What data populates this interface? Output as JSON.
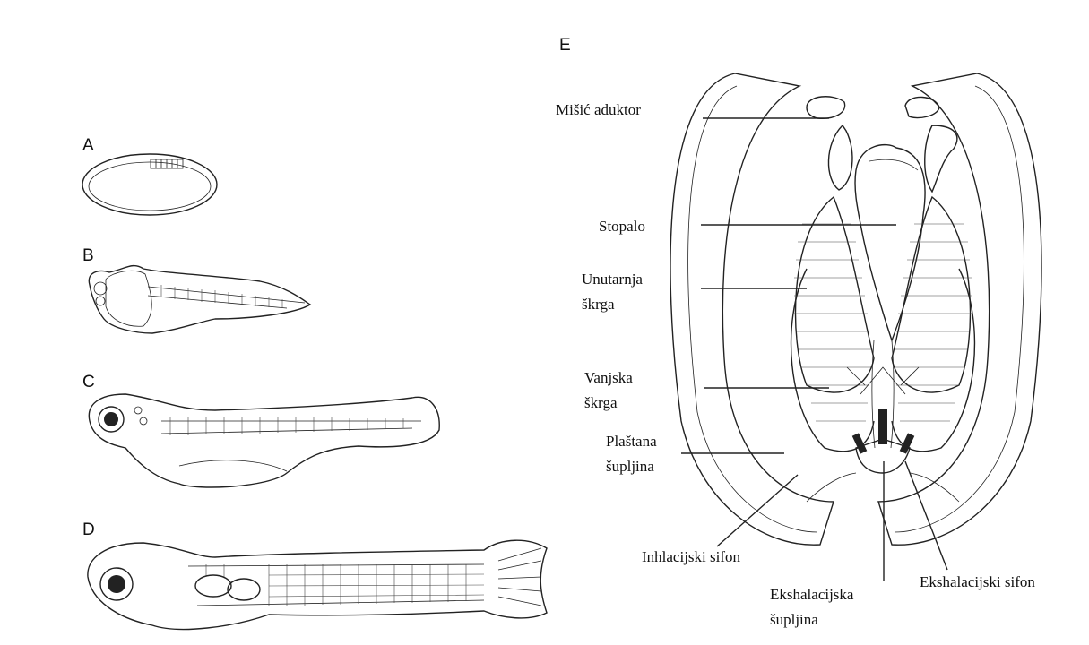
{
  "panels": {
    "a": "A",
    "b": "B",
    "c": "C",
    "d": "D",
    "e": "E"
  },
  "labels": {
    "adductor": "Mišić aduktor",
    "foot": "Stopalo",
    "inner_gill_1": "Unutarnja",
    "inner_gill_2": "škrga",
    "outer_gill_1": "Vanjska",
    "outer_gill_2": "škrga",
    "mantle_1": "Plaštana",
    "mantle_2": "šupljina",
    "inhalant": "Inhlacijski sifon",
    "exhalant_cavity_1": "Ekshalacijska",
    "exhalant_cavity_2": "šupljina",
    "exhalant_siphon": "Ekshalacijski sifon"
  }
}
